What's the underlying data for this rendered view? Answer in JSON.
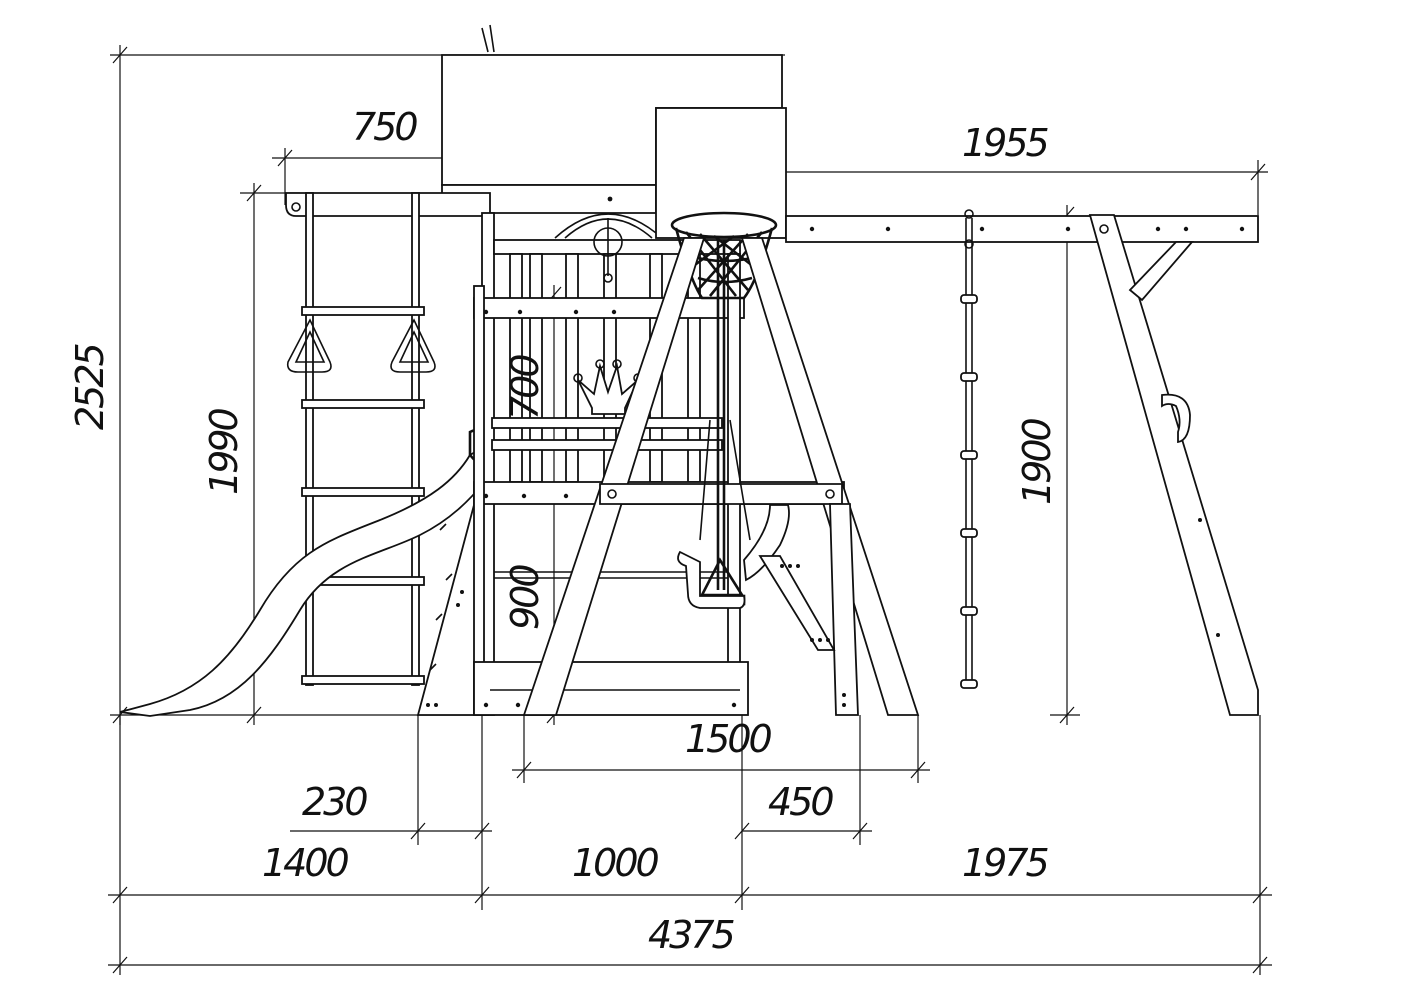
{
  "dimensions": {
    "total_height": "2525",
    "platform_width": "750",
    "crossbar_length": "1955",
    "ladder_height": "1990",
    "wall_height": "700",
    "deck_height": "900",
    "swing_height": "1900",
    "aframe_base": "1500",
    "offset_450": "450",
    "offset_230": "230",
    "left_section": "1400",
    "middle_section": "1000",
    "right_section": "1975",
    "total_width": "4375"
  }
}
